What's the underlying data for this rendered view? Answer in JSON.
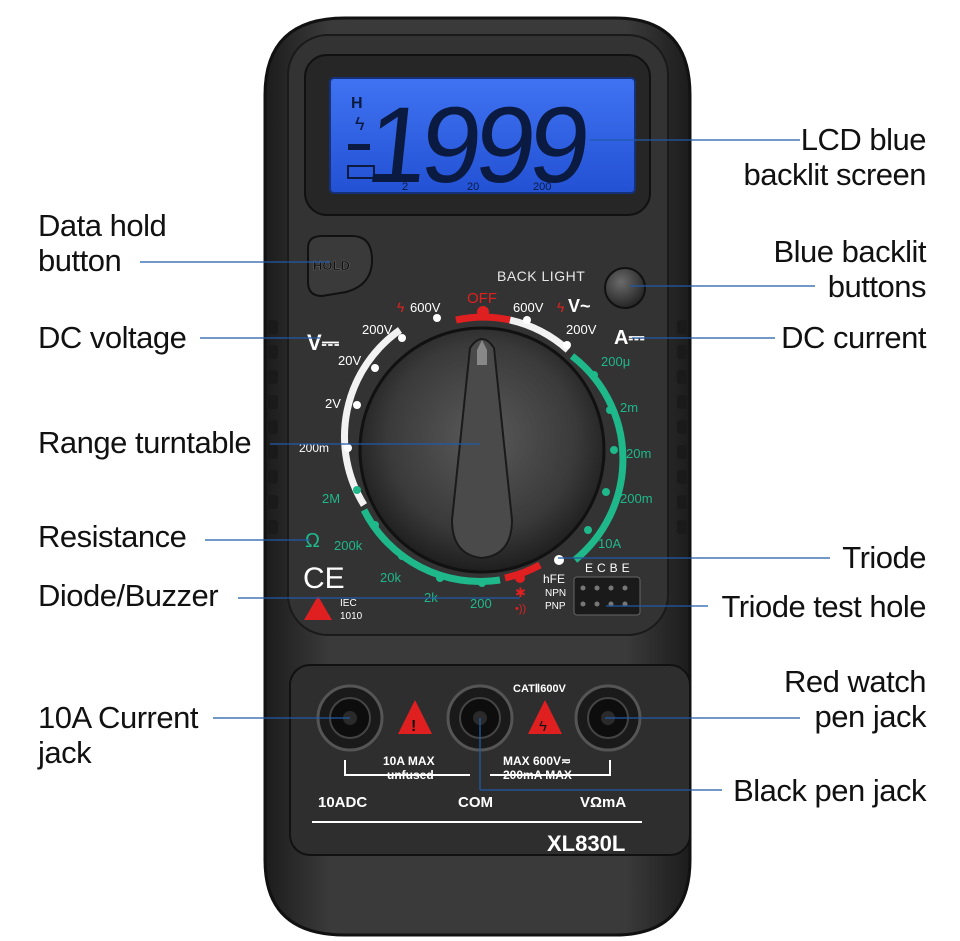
{
  "device": {
    "model": "XL830L",
    "lcd": {
      "digits": "1999",
      "hold_flag": "H",
      "scale_marks": [
        "2",
        "20",
        "200"
      ]
    },
    "hold_button_label": "HOLD",
    "backlight_label": "BACK LIGHT",
    "cat_rating": "CATⅡ600V",
    "ce_mark": "CE",
    "iec": [
      "IEC",
      "1010"
    ],
    "dial": {
      "off": "OFF",
      "dcv_symbol": "V⎓",
      "acv_symbol": "V~",
      "dca_symbol": "A⎓",
      "ohm_symbol": "Ω",
      "dcv_ranges": [
        "200m",
        "2V",
        "20V",
        "200V",
        "600V"
      ],
      "acv_ranges": [
        "600V",
        "200V"
      ],
      "dca_ranges": [
        "200μ",
        "2m",
        "20m",
        "200m",
        "10A"
      ],
      "ohm_ranges": [
        "2M",
        "200k",
        "20k",
        "2k",
        "200"
      ],
      "hfe_labels": [
        "hFE",
        "NPN",
        "PNP"
      ]
    },
    "triode_socket_label": "ECBE",
    "jack_warnings": {
      "left": [
        "10A MAX",
        "unfused"
      ],
      "right": [
        "MAX 600V≂",
        "200mA MAX"
      ]
    },
    "jack_labels": [
      "10ADC",
      "COM",
      "VΩmA"
    ]
  },
  "callouts": {
    "lcd": [
      "LCD blue",
      "backlit screen"
    ],
    "hold": [
      "Data hold",
      "button"
    ],
    "backlight": [
      "Blue backlit",
      "buttons"
    ],
    "dc_voltage": "DC voltage",
    "dc_current": "DC current",
    "range_turntable": "Range turntable",
    "resistance": "Resistance",
    "triode": "Triode",
    "diode_buzzer": "Diode/Buzzer",
    "triode_hole": "Triode test hole",
    "current_jack": [
      "10A Current",
      "jack"
    ],
    "red_jack": [
      "Red watch",
      "pen jack"
    ],
    "black_jack": "Black pen jack"
  },
  "colors": {
    "lcd_blue": "#2f5fe6",
    "accent_red": "#e02020",
    "accent_green": "#1fb88a",
    "body_dark": "#2b2b2b",
    "callout_line": "#1f5aa8"
  }
}
